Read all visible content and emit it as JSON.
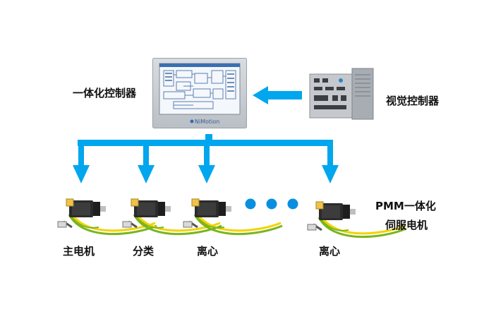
{
  "controller": {
    "label": "一体化控制器",
    "brand": "NiMotion"
  },
  "vision": {
    "label": "视觉控制器"
  },
  "pmm": {
    "line1": "PMM一体化",
    "line2": "伺服电机"
  },
  "motors": [
    {
      "label": "主电机"
    },
    {
      "label": "分类"
    },
    {
      "label": "离心"
    },
    {
      "label": "离心"
    }
  ],
  "colors": {
    "arrow": "#00a6ee",
    "bus": "#00a6ee",
    "dots": "#0a8fe0",
    "motor_body": "#2b2b2b",
    "cable_green": "#7ab51d",
    "cable_yellow": "#f2d300"
  },
  "icons": [
    "monitor-icon",
    "servo-motor-icon",
    "vision-controller-icon",
    "ellipsis-dots"
  ]
}
